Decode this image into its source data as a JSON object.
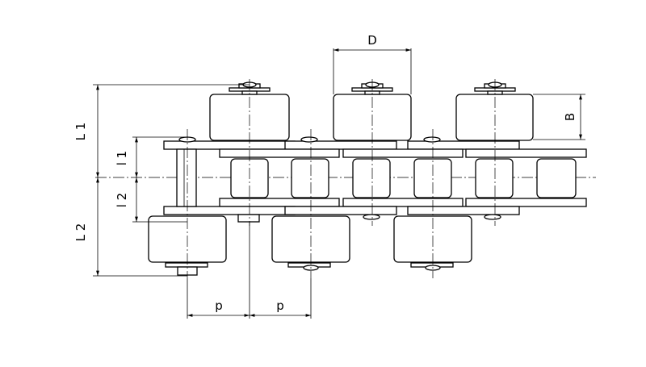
{
  "labels": {
    "D": "D",
    "B": "B",
    "L1": "L 1",
    "L2": "L 2",
    "l1": "l 1",
    "l2": "l 2",
    "p1": "p",
    "p2": "p"
  }
}
